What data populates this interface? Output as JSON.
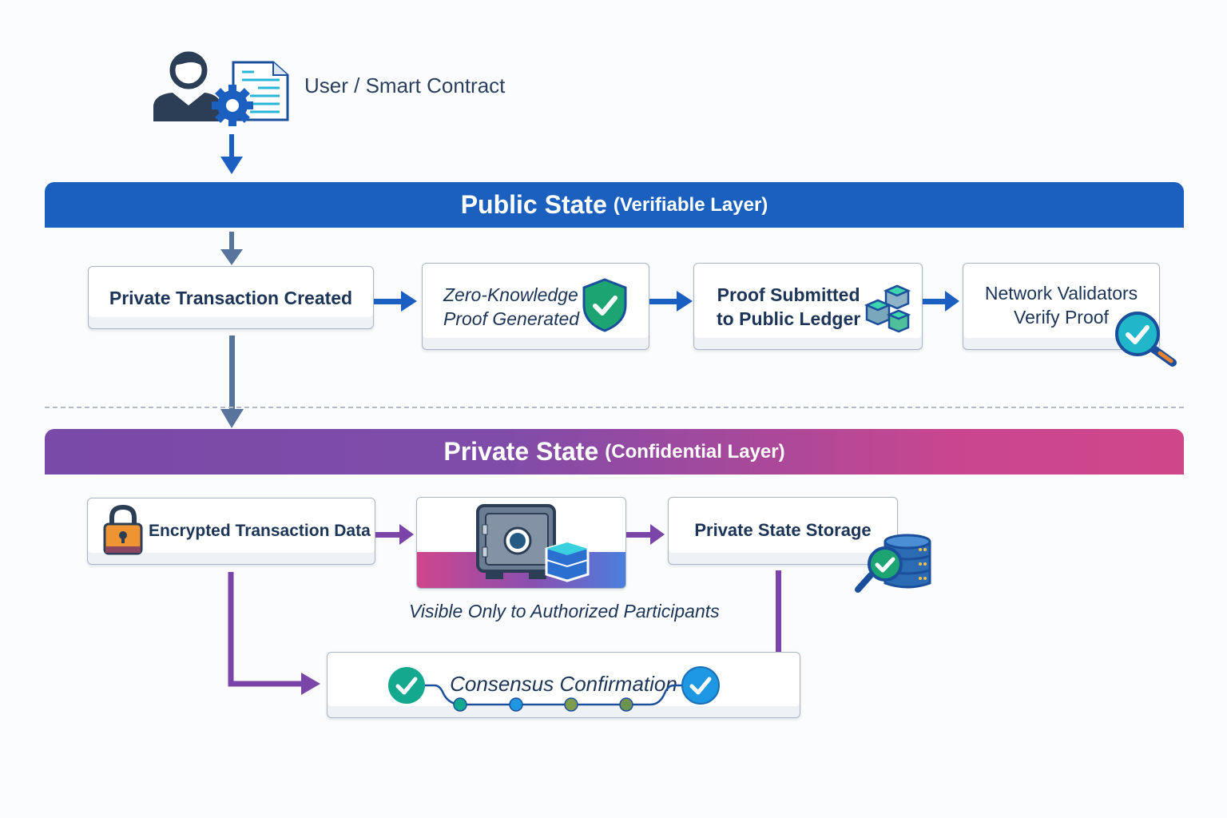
{
  "actor": {
    "label": "User / Smart Contract",
    "icon": "user-contract-icon"
  },
  "public_layer": {
    "title": "Public State",
    "subtitle": "(Verifiable Layer)",
    "color": "#1b60bf",
    "steps": [
      {
        "label_line1": "Private Transaction Created",
        "label_line2": "",
        "icon": ""
      },
      {
        "label_line1": "Zero-Knowledge",
        "label_line2": "Proof Generated",
        "icon": "shield-check-icon"
      },
      {
        "label_line1": "Proof Submitted",
        "label_line2": "to Public Ledger",
        "icon": "blocks-icon"
      },
      {
        "label_line1": "Network Validators",
        "label_line2": "Verify Proof",
        "icon": "magnifier-check-icon"
      }
    ]
  },
  "private_layer": {
    "title": "Private State",
    "subtitle": "(Confidential Layer)",
    "gradient": [
      "#7a4aa8",
      "#d0468b"
    ],
    "steps": [
      {
        "label": "Encrypted Transaction Data",
        "icon": "padlock-icon"
      },
      {
        "label": "",
        "icon": "safe-vault-icon",
        "caption": "Visible Only to Authorized Participants"
      },
      {
        "label": "Private State Storage",
        "icon": "database-check-icon"
      }
    ],
    "consensus": {
      "label": "Consensus Confirmation",
      "node_colors": [
        "#14a88f",
        "#2196e0",
        "#7d9c4e",
        "#6e9250"
      ]
    }
  },
  "colors": {
    "arrow_public": "#1b5fc0",
    "arrow_gray": "#57759c",
    "arrow_private": "#7a44a8",
    "text": "#1c3557"
  }
}
